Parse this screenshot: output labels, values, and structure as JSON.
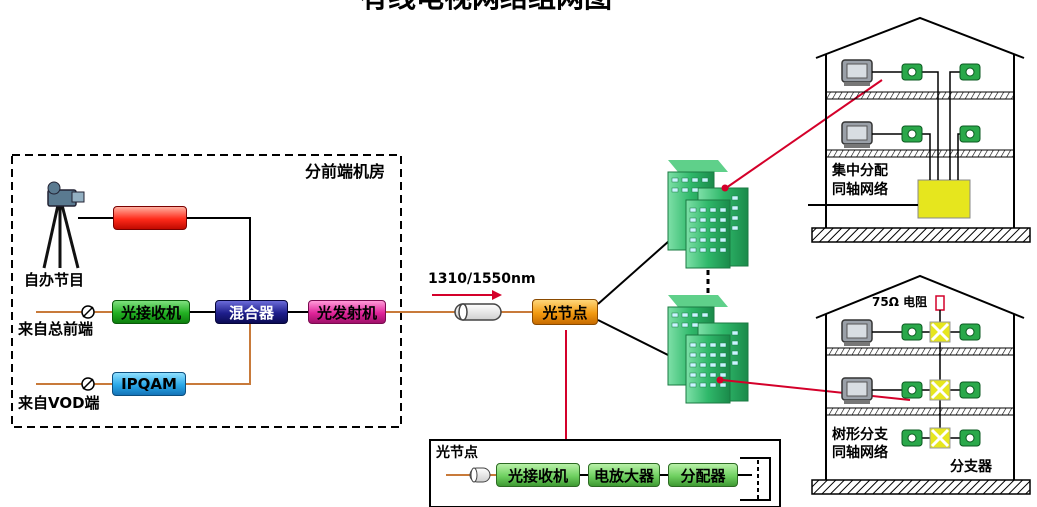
{
  "title": "有线电视网络组网图",
  "headend_room": {
    "label": "分前端机房"
  },
  "sources": {
    "own_program": "自办节目",
    "from_main_headend": "来自总前端",
    "from_vod": "来自VOD端"
  },
  "devices": {
    "optical_receiver": "光接收机",
    "mixer": "混合器",
    "optical_transmitter": "光发射机",
    "ipqam": "IPQAM",
    "optical_node": "光节点"
  },
  "fiber": {
    "wavelength": "1310/1550nm"
  },
  "node_detail": {
    "title": "光节点",
    "receiver": "光接收机",
    "amplifier": "电放大器",
    "splitter": "分配器"
  },
  "building_top": {
    "network_line1": "集中分配",
    "network_line2": "同轴网络"
  },
  "building_bottom": {
    "resistor": "75Ω 电阻",
    "network_line1": "树形分支",
    "network_line2": "同轴网络",
    "tap_label": "分支器"
  },
  "colors": {
    "fiber": "#c87a3a",
    "signal_red": "#d4002a",
    "building_green": "#2fb86a",
    "box_green": "#22b022",
    "box_navy": "#1e1e8c",
    "box_pink": "#e0249a",
    "box_blue": "#2aa8e8",
    "box_orange": "#f29a10",
    "splitter_yellow": "#e6e61e"
  }
}
